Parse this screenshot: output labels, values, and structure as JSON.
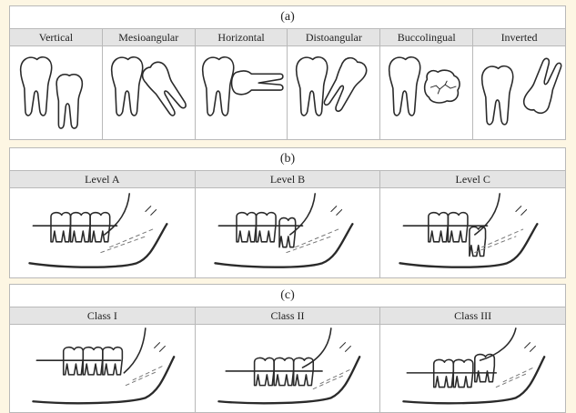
{
  "panel_a": {
    "caption": "(a)",
    "headers": [
      "Vertical",
      "Mesioangular",
      "Horizontal",
      "Distoangular",
      "Buccolingual",
      "Inverted"
    ]
  },
  "panel_b": {
    "caption": "(b)",
    "headers": [
      "Level A",
      "Level B",
      "Level C"
    ]
  },
  "panel_c": {
    "caption": "(c)",
    "headers": [
      "Class I",
      "Class II",
      "Class III"
    ]
  }
}
